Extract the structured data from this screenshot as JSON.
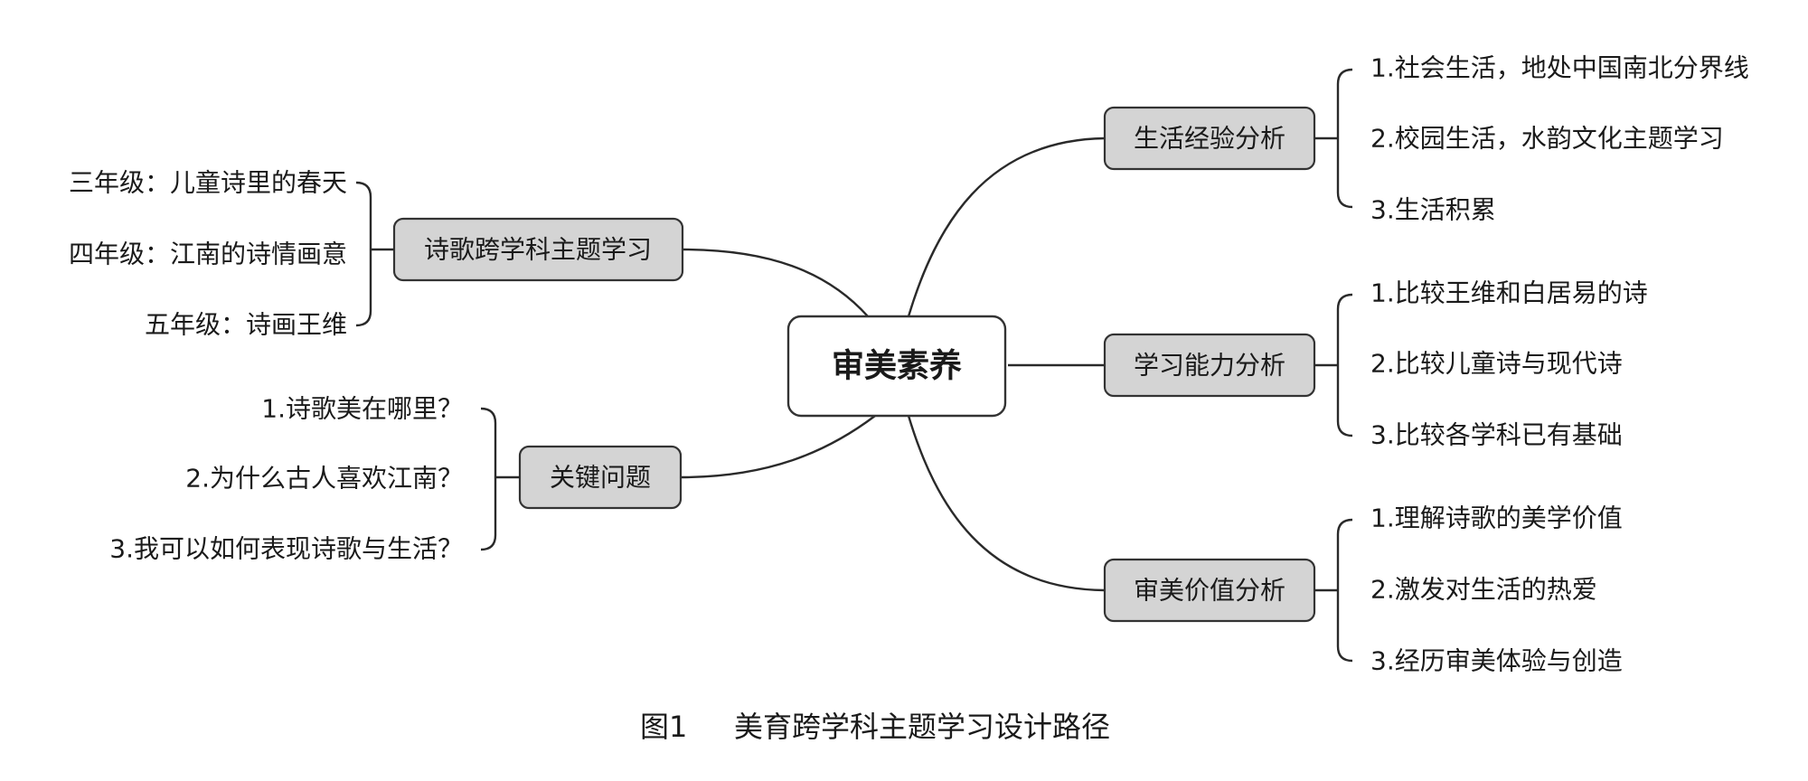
{
  "center": {
    "label": "审美素养"
  },
  "right_branches": [
    {
      "label": "生活经验分析",
      "items": [
        "1.社会生活，地处中国南北分界线",
        "2.校园生活，水韵文化主题学习",
        "3.生活积累"
      ]
    },
    {
      "label": "学习能力分析",
      "items": [
        "1.比较王维和白居易的诗",
        "2.比较儿童诗与现代诗",
        "3.比较各学科已有基础"
      ]
    },
    {
      "label": "审美价值分析",
      "items": [
        "1.理解诗歌的美学价值",
        "2.激发对生活的热爱",
        "3.经历审美体验与创造"
      ]
    }
  ],
  "left_branches": [
    {
      "label": "诗歌跨学科主题学习",
      "items": [
        "三年级：儿童诗里的春天",
        "四年级：江南的诗情画意",
        "五年级：诗画王维"
      ]
    },
    {
      "label": "关键问题",
      "items": [
        "1.诗歌美在哪里？",
        "2.为什么古人喜欢江南？",
        "3.我可以如何表现诗歌与生活？"
      ]
    }
  ],
  "caption": {
    "figure_no": "图1",
    "title": "美育跨学科主题学习设计路径"
  },
  "colors": {
    "node_fill": "#d4d4d4",
    "stroke": "#333333",
    "text": "#1a1a1a"
  }
}
